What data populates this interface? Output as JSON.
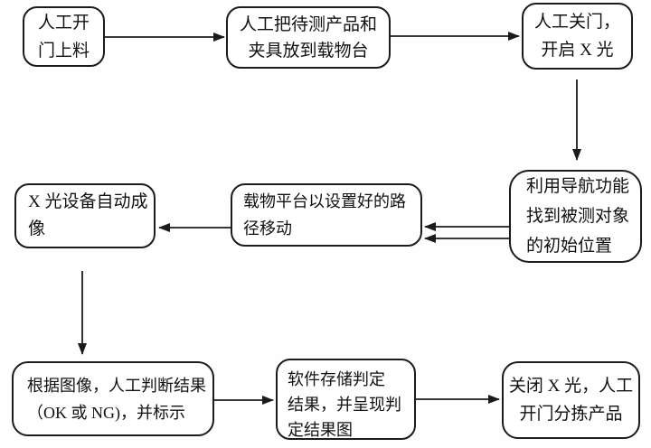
{
  "diagram": {
    "type": "flowchart",
    "language": "zh-CN",
    "nodes": [
      {
        "label": "人工开\n门上料"
      },
      {
        "label": "人工把待测产品和\n夹具放到载物台"
      },
      {
        "label": "人工关门，\n开启 X 光"
      },
      {
        "label": "利用导航功能\n找到被测对象\n的初始位置"
      },
      {
        "label": "载物平台以设置好的路\n径移动"
      },
      {
        "label": "X 光设备自动成\n像"
      },
      {
        "label": "根据图像，人工判断结果\n（OK 或 NG)，并标示"
      },
      {
        "label": "软件存储判定\n结果，并呈现判\n定结果图"
      },
      {
        "label": "关闭 X 光，人工\n开门分拣产品"
      }
    ],
    "edges": [
      {
        "from": 0,
        "to": 1
      },
      {
        "from": 1,
        "to": 2
      },
      {
        "from": 2,
        "to": 3
      },
      {
        "from": 3,
        "to": 4
      },
      {
        "from": 3,
        "to": 4
      },
      {
        "from": 4,
        "to": 5
      },
      {
        "from": 5,
        "to": 6
      },
      {
        "from": 6,
        "to": 7
      },
      {
        "from": 7,
        "to": 8
      }
    ],
    "colors": {
      "line": "#1b1b1b",
      "node_border": "#1b1b1b",
      "node_fill": "#ffffff",
      "text": "#111111",
      "background": "#fefefe"
    }
  }
}
